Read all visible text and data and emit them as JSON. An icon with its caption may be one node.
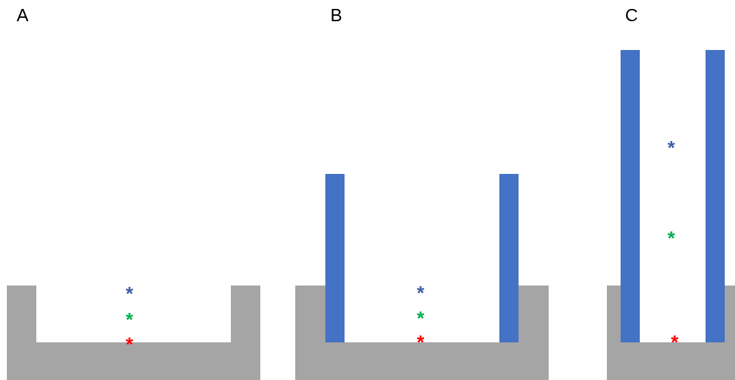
{
  "diagram": {
    "labels": [
      "A",
      "*",
      "*",
      "*",
      "B",
      "*",
      "*",
      "*",
      "C",
      "*",
      "*",
      "*"
    ]
  }
}
